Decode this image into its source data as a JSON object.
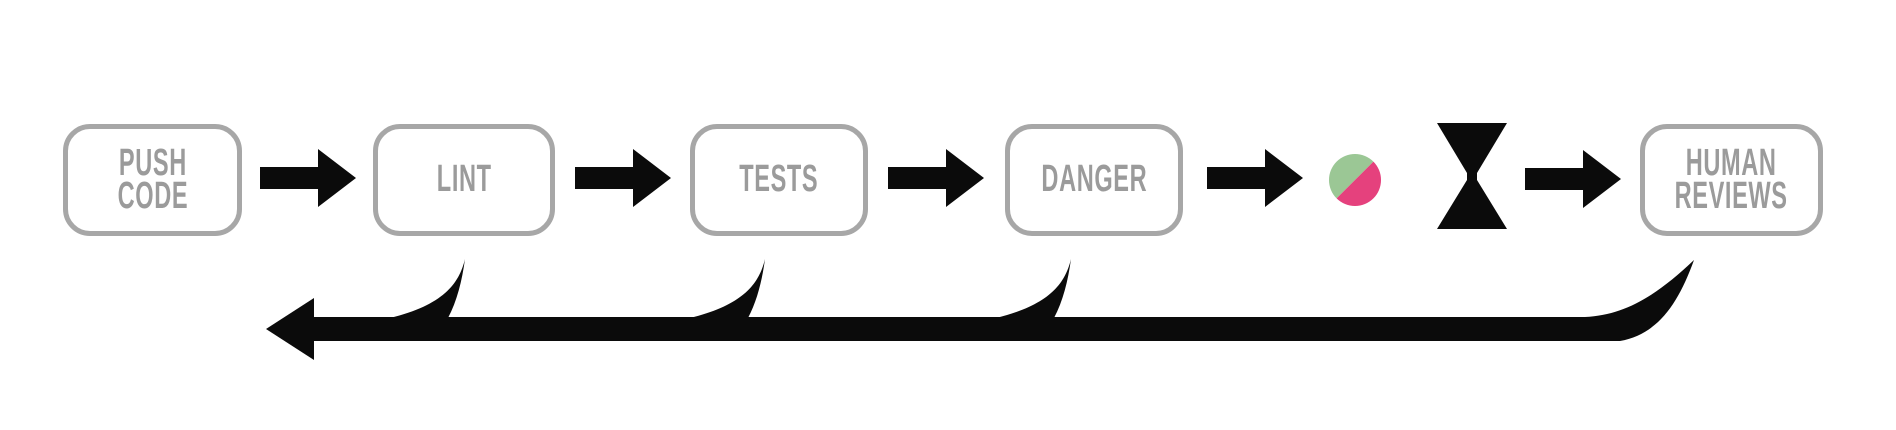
{
  "colors": {
    "background": "#ffffff",
    "box_border": "#a7a7a7",
    "label_text": "#9b9b9b",
    "arrow_black": "#0b0b0b",
    "circle_green": "#9bc795",
    "circle_pink": "#e5417d"
  },
  "nodes": [
    {
      "id": "push-code",
      "lines": [
        "PUSH",
        "CODE"
      ]
    },
    {
      "id": "lint",
      "lines": [
        "LINT"
      ]
    },
    {
      "id": "tests",
      "lines": [
        "TESTS"
      ]
    },
    {
      "id": "danger",
      "lines": [
        "DANGER"
      ]
    },
    {
      "id": "human-reviews",
      "lines": [
        "HUMAN",
        "REVIEWS"
      ]
    }
  ],
  "icons": [
    {
      "name": "pass-fail-circle-icon",
      "colors": [
        "#9bc795",
        "#e5417d"
      ]
    },
    {
      "name": "hourglass-icon",
      "color": "#0b0b0b"
    }
  ],
  "edges": {
    "forward": [
      [
        "push-code",
        "lint"
      ],
      [
        "lint",
        "tests"
      ],
      [
        "tests",
        "danger"
      ],
      [
        "danger",
        "pass-fail-circle"
      ],
      [
        "hourglass",
        "human-reviews"
      ]
    ],
    "feedback": [
      [
        "lint",
        "push-code"
      ],
      [
        "tests",
        "push-code"
      ],
      [
        "danger",
        "push-code"
      ],
      [
        "human-reviews",
        "push-code"
      ]
    ]
  }
}
